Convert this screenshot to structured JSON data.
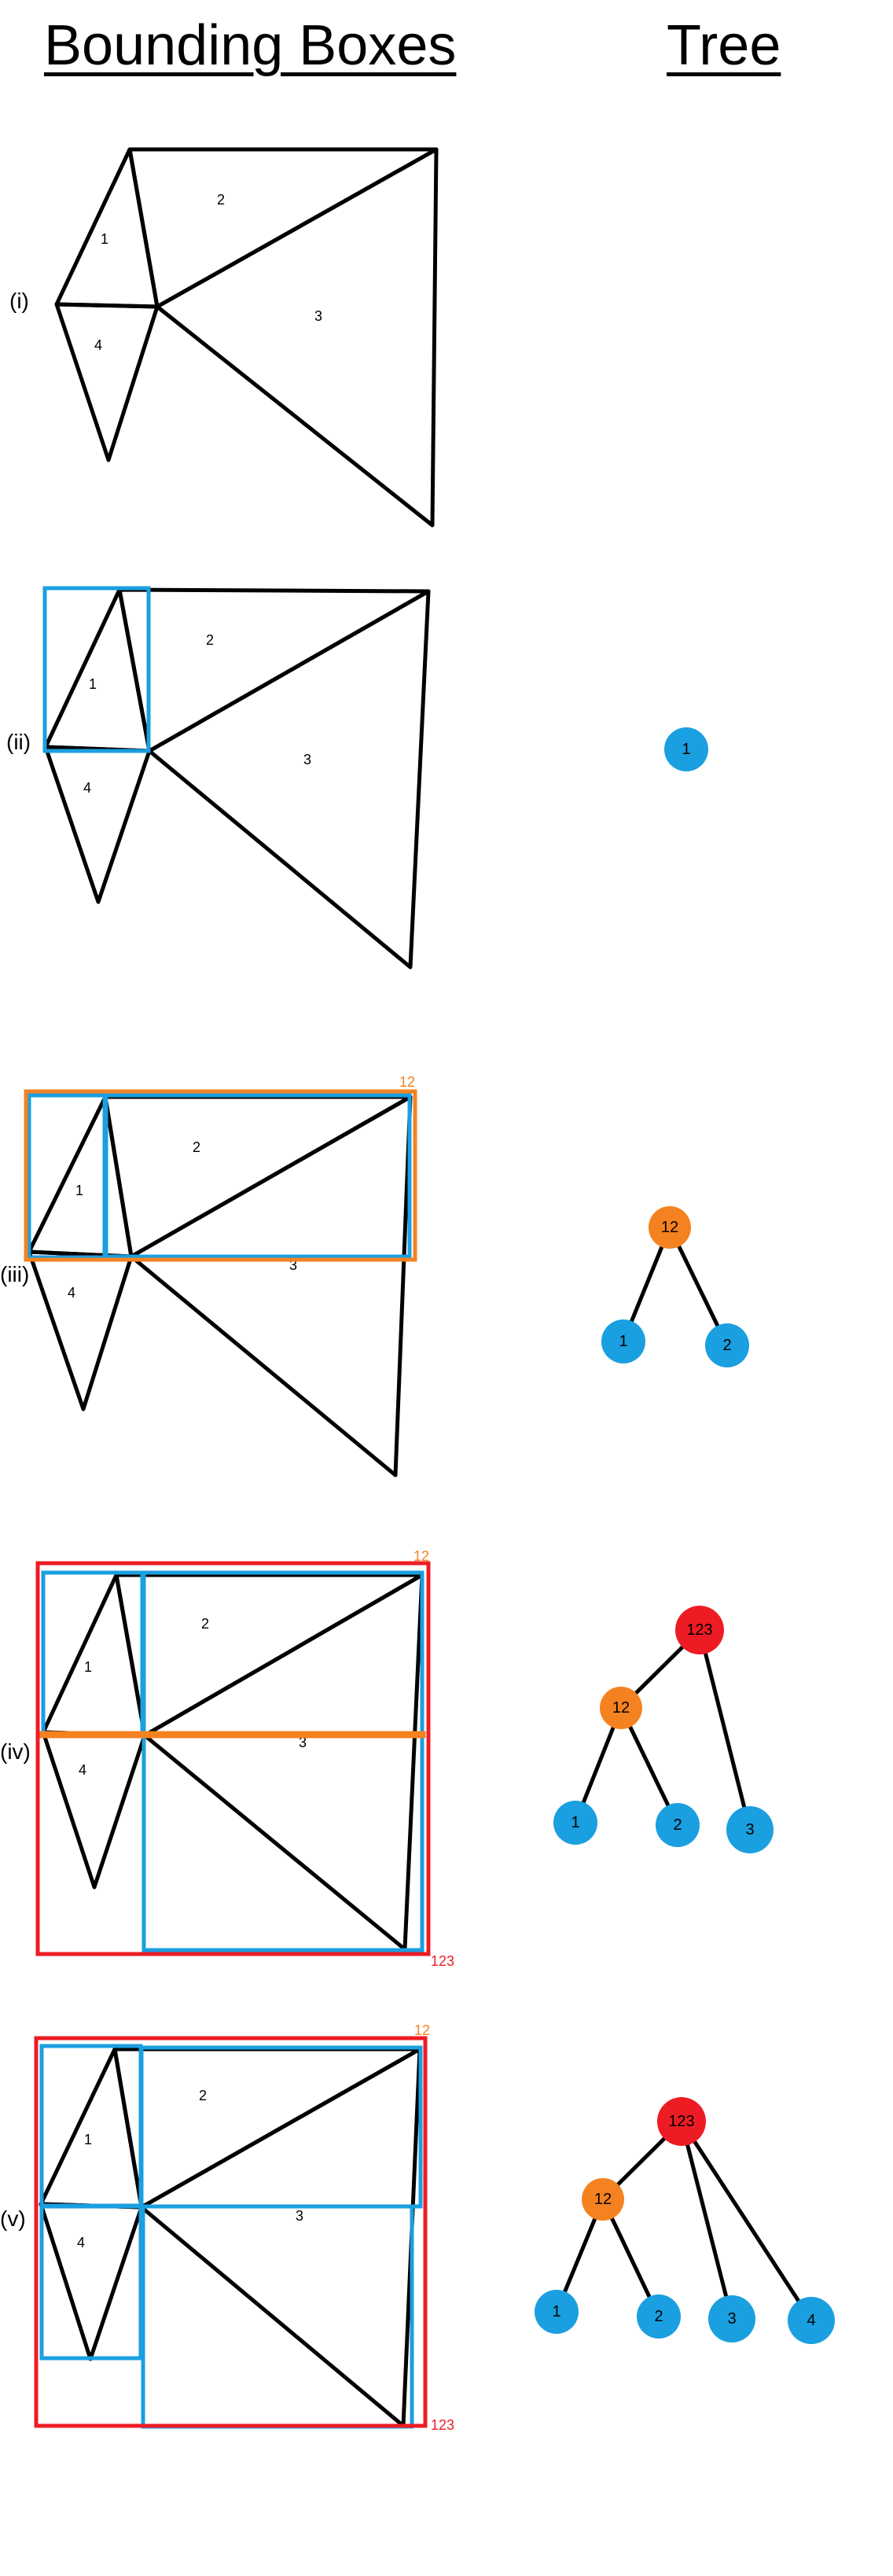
{
  "headings": {
    "left": "Bounding Boxes",
    "right": "Tree"
  },
  "colors": {
    "leaf": "#1a9fe0",
    "mid": "#f58220",
    "root": "#ed1c24",
    "line": "#000000",
    "box_leaf": "#1a9fe0",
    "box_mid": "#f58220",
    "box_root": "#ed1c24"
  },
  "steps": [
    {
      "label": "(i)",
      "triangles": [
        "1",
        "2",
        "3",
        "4"
      ],
      "boxes": [],
      "nodes": []
    },
    {
      "label": "(ii)",
      "triangles": [
        "1",
        "2",
        "3",
        "4"
      ],
      "boxes": [],
      "nodes": [
        "1"
      ]
    },
    {
      "label": "(iii)",
      "triangles": [
        "1",
        "2",
        "3",
        "4"
      ],
      "boxes": [
        "12"
      ],
      "nodes": [
        "12",
        "1",
        "2"
      ]
    },
    {
      "label": "(iv)",
      "triangles": [
        "1",
        "2",
        "3",
        "4"
      ],
      "boxes": [
        "12",
        "123"
      ],
      "nodes": [
        "123",
        "12",
        "1",
        "2",
        "3"
      ]
    },
    {
      "label": "(v)",
      "triangles": [
        "1",
        "2",
        "3",
        "4"
      ],
      "boxes": [
        "12",
        "123"
      ],
      "nodes": [
        "123",
        "12",
        "1",
        "2",
        "3",
        "4"
      ]
    }
  ]
}
